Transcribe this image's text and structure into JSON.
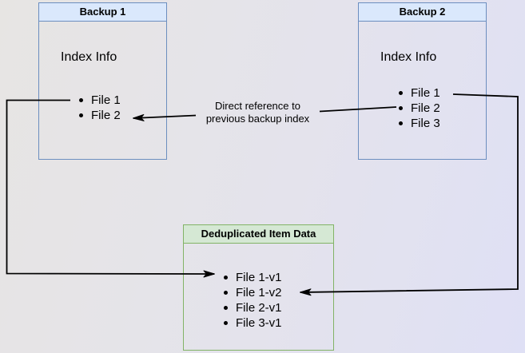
{
  "boxes": {
    "backup1": {
      "title": "Backup 1",
      "subtitle": "Index Info",
      "items": [
        "File 1",
        "File 2"
      ]
    },
    "backup2": {
      "title": "Backup 2",
      "subtitle": "Index Info",
      "items": [
        "File 1",
        "File 2",
        "File 3"
      ]
    },
    "dedup": {
      "title": "Deduplicated Item Data",
      "items": [
        "File 1-v1",
        "File 1-v2",
        "File 2-v1",
        "File 3-v1"
      ]
    }
  },
  "label": {
    "line1": "Direct reference to",
    "line2": "previous backup index"
  },
  "colors": {
    "backup_header_fill": "#dae8fc",
    "backup_border": "#6c8ebf",
    "dedup_header_fill": "#d5e8d4",
    "dedup_border": "#82b366",
    "arrow": "#000000",
    "background_left": "#e7e5e3",
    "background_right": "#dfe0f5"
  }
}
